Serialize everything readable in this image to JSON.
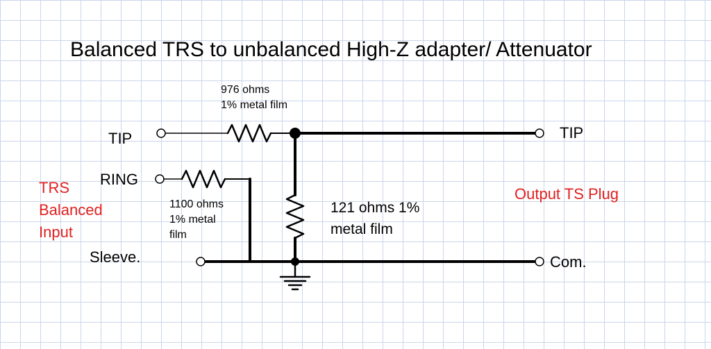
{
  "title": "Balanced TRS to unbalanced High-Z adapter/ Attenuator",
  "input": {
    "tip": "TIP",
    "ring": "RING",
    "sleeve": "Sleeve.",
    "group_label": "TRS\nBalanced\nInput"
  },
  "output": {
    "tip": "TIP",
    "common": "Com.",
    "group_label": "Output TS Plug"
  },
  "resistors": {
    "r_tip": "976 ohms\n1% metal film",
    "r_ring": "1100 ohms\n1% metal\nfilm",
    "r_shunt": "121 ohms 1%\nmetal film"
  },
  "colors": {
    "grid": "#c9d6ea",
    "wire": "#000000",
    "annotation": "#e01f1f"
  }
}
